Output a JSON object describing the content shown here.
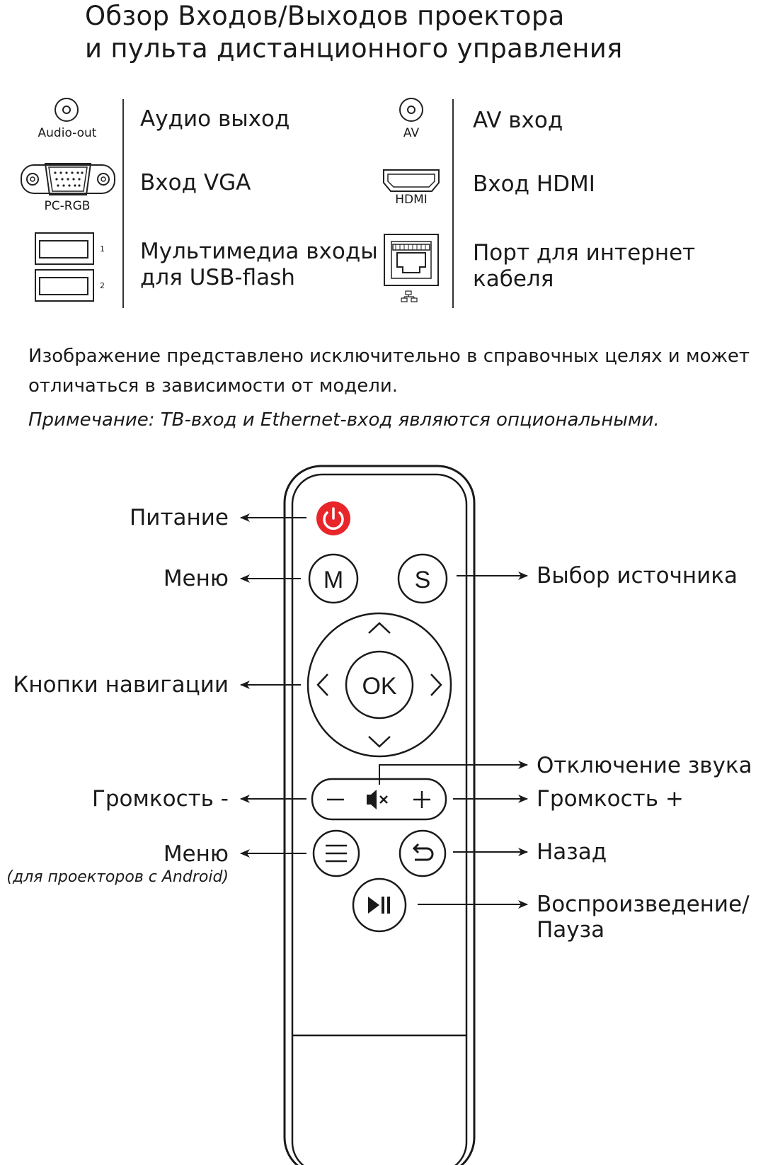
{
  "title": {
    "line1": "Обзор Входов/Выходов проектора",
    "line2": "и пульта дистанционного управления"
  },
  "ports": {
    "audio_out": {
      "caption": "Audio-out",
      "label": "Аудио выход"
    },
    "av": {
      "caption": "AV",
      "label": "AV вход"
    },
    "vga": {
      "caption": "PC-RGB",
      "label": "Вход VGA"
    },
    "hdmi": {
      "caption": "HDMI",
      "label": "Вход HDMI"
    },
    "usb": {
      "n1": "1",
      "n2": "2",
      "label_line1": "Мультимедиа входы",
      "label_line2": "для USB-flash"
    },
    "lan": {
      "label_line1": "Порт для интернет",
      "label_line2": "кабеля"
    }
  },
  "disclaimer": {
    "line1": "Изображение представлено исключительно в справочных целях и может",
    "line2": "отличаться в зависимости от модели."
  },
  "note": "Примечание: ТВ-вход и Ethernet-вход являются опциональными.",
  "remote": {
    "buttons": {
      "menu": "M",
      "source": "S",
      "ok": "OK",
      "minus": "–",
      "plus": "+"
    },
    "labels": {
      "power": "Питание",
      "menu": "Меню",
      "source": "Выбор источника",
      "navigation": "Кнопки навигации",
      "mute": "Отключение звука",
      "vol_minus": "Громкость -",
      "vol_plus": "Громкость +",
      "android_menu": "Меню",
      "android_menu_sub": "(для проекторов с Android)",
      "back": "Назад",
      "play_line1": "Воспроизведение/",
      "play_line2": "Пауза"
    },
    "colors": {
      "power": "#e8262a",
      "outline": "#1a1a1a"
    }
  }
}
